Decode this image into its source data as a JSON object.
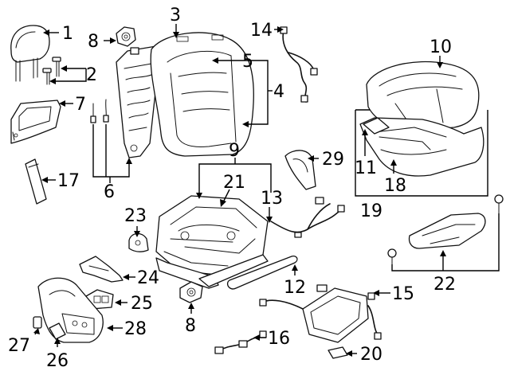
{
  "diagram": {
    "colors": {
      "line": "#111111",
      "background": "#ffffff"
    },
    "callouts": [
      {
        "id": "c1",
        "label": "1"
      },
      {
        "id": "c2",
        "label": "2"
      },
      {
        "id": "c3",
        "label": "3"
      },
      {
        "id": "c4",
        "label": "4"
      },
      {
        "id": "c5",
        "label": "5"
      },
      {
        "id": "c6",
        "label": "6"
      },
      {
        "id": "c7",
        "label": "7"
      },
      {
        "id": "c8a",
        "label": "8"
      },
      {
        "id": "c8b",
        "label": "8"
      },
      {
        "id": "c9",
        "label": "9"
      },
      {
        "id": "c10",
        "label": "10"
      },
      {
        "id": "c11",
        "label": "11"
      },
      {
        "id": "c12",
        "label": "12"
      },
      {
        "id": "c13",
        "label": "13"
      },
      {
        "id": "c14",
        "label": "14"
      },
      {
        "id": "c15",
        "label": "15"
      },
      {
        "id": "c16",
        "label": "16"
      },
      {
        "id": "c17",
        "label": "17"
      },
      {
        "id": "c18",
        "label": "18"
      },
      {
        "id": "c19",
        "label": "19"
      },
      {
        "id": "c20",
        "label": "20"
      },
      {
        "id": "c21",
        "label": "21"
      },
      {
        "id": "c22",
        "label": "22"
      },
      {
        "id": "c23",
        "label": "23"
      },
      {
        "id": "c24",
        "label": "24"
      },
      {
        "id": "c25",
        "label": "25"
      },
      {
        "id": "c26",
        "label": "26"
      },
      {
        "id": "c27",
        "label": "27"
      },
      {
        "id": "c28",
        "label": "28"
      },
      {
        "id": "c29",
        "label": "29"
      }
    ]
  }
}
